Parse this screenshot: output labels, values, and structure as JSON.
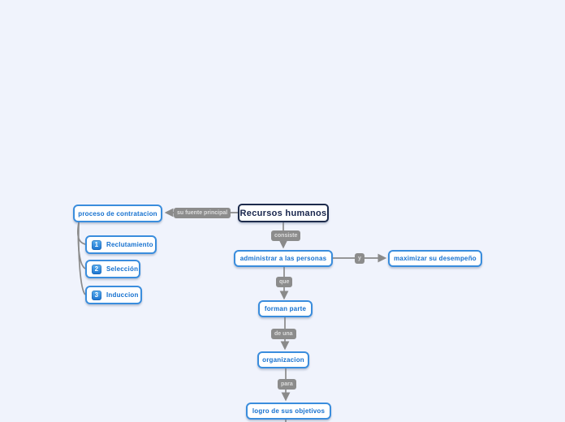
{
  "mindmap": {
    "root": {
      "label": "Recursos humanos"
    },
    "nodes": {
      "proceso": {
        "label": "proceso de contratacion"
      },
      "administrar": {
        "label": "administrar a las personas"
      },
      "maximizar": {
        "label": "maximizar su desempeño"
      },
      "forman": {
        "label": "forman parte"
      },
      "organizacion": {
        "label": "organizacion"
      },
      "logro": {
        "label": "logro de sus objetivos"
      }
    },
    "steps": [
      {
        "number": "1",
        "label": "Reclutamiento"
      },
      {
        "number": "2",
        "label": "Selección"
      },
      {
        "number": "3",
        "label": "Induccion"
      }
    ],
    "connector_labels": {
      "fuente": "su fuente principal",
      "consiste": "consiste",
      "y": "y",
      "que": "que",
      "de_una": "de una",
      "para": "para"
    },
    "colors": {
      "background": "#f0f3fc",
      "node_border_blue": "#3a8ddd",
      "node_text_blue": "#1470cf",
      "root_border": "#1d2b4c",
      "root_text": "#17244b",
      "connector_line": "#8a8a8a",
      "label_background": "#8c8c8c",
      "label_text": "#dcdcdc",
      "badge_gradient_top": "#5db1ef",
      "badge_gradient_bottom": "#1a72cf"
    }
  }
}
